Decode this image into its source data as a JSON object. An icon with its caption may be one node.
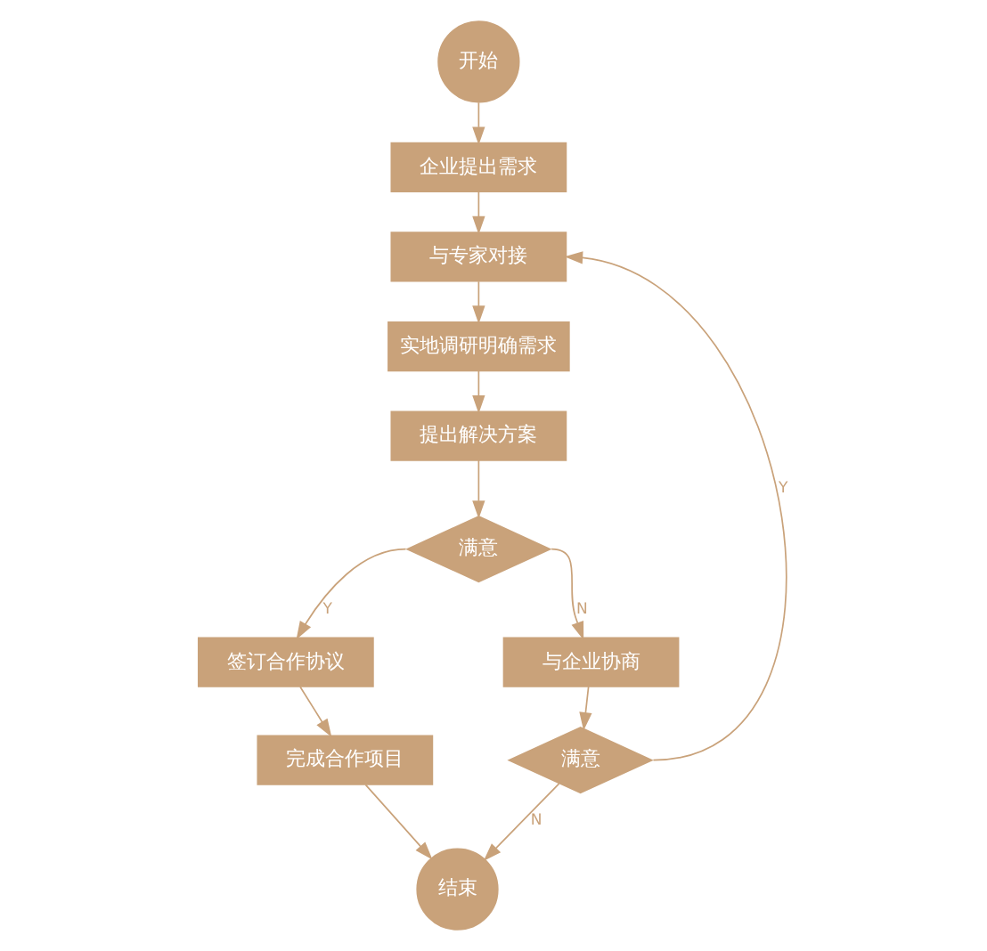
{
  "diagram": {
    "nodes": [
      {
        "text": [
          "开始"
        ]
      },
      {
        "text": [
          "企业提出需求"
        ]
      },
      {
        "text": [
          "与专家对接"
        ]
      },
      {
        "text": [
          "实地调研明确需求"
        ]
      },
      {
        "text": [
          "提出解决方案"
        ]
      },
      {
        "text": [
          "满意"
        ]
      },
      {
        "text": [
          "签订合作协议"
        ]
      },
      {
        "text": [
          "与企业协商"
        ]
      },
      {
        "text": [
          "完成合作项目"
        ]
      },
      {
        "text": [
          "满意"
        ]
      },
      {
        "text": [
          "结束"
        ]
      }
    ],
    "edges": [
      {
        "from": 0,
        "to": 1,
        "arrow": "to"
      },
      {
        "from": 1,
        "to": 2,
        "arrow": "to"
      },
      {
        "from": 2,
        "to": 3,
        "arrow": "to"
      },
      {
        "from": 3,
        "to": 4,
        "arrow": "to"
      },
      {
        "from": 4,
        "to": 5,
        "arrow": "to"
      },
      {
        "from": 5,
        "to": 6,
        "arrow": "to",
        "label": "Y"
      },
      {
        "from": 5,
        "to": 7,
        "arrow": "to",
        "label": "N"
      },
      {
        "from": 6,
        "to": 8,
        "arrow": "to"
      },
      {
        "from": 7,
        "to": 9,
        "arrow": "to"
      },
      {
        "from": 9,
        "to": 2,
        "arrow": "to",
        "label": "Y"
      },
      {
        "from": 9,
        "to": 10,
        "arrow": "to",
        "label": "N"
      },
      {
        "from": 8,
        "to": 10,
        "arrow": "to"
      }
    ]
  }
}
